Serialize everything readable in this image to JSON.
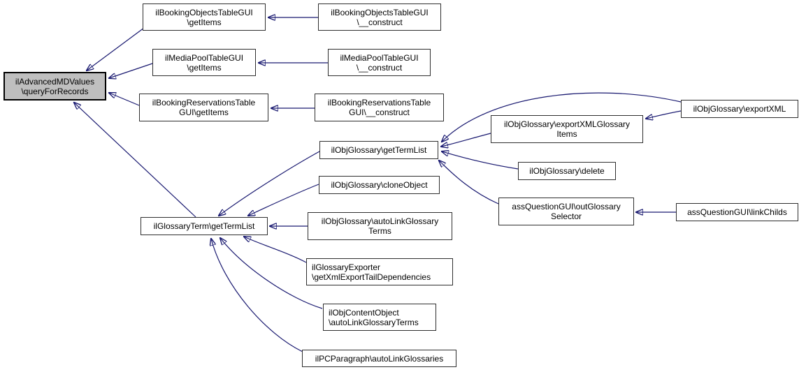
{
  "diagram": {
    "type": "call-graph",
    "description": "caller graph; arrows point from caller to callee",
    "colors": {
      "edge": "#191970",
      "node_border": "#2e2e2e",
      "node_fill": "#ffffff",
      "highlight_fill": "#bfbfbf",
      "text": "#000000",
      "background": "#ffffff"
    },
    "nodes": {
      "advancedMDValues_queryForRecords": {
        "label": "ilAdvancedMDValues\n\\queryForRecords",
        "highlighted": true
      },
      "bookingObjectsTableGUI_getItems": {
        "label": "ilBookingObjectsTableGUI\n\\getItems",
        "highlighted": false
      },
      "bookingObjectsTableGUI_construct": {
        "label": "ilBookingObjectsTableGUI\n\\__construct",
        "highlighted": false
      },
      "mediaPoolTableGUI_getItems": {
        "label": "ilMediaPoolTableGUI\n\\getItems",
        "highlighted": false
      },
      "mediaPoolTableGUI_construct": {
        "label": "ilMediaPoolTableGUI\n\\__construct",
        "highlighted": false
      },
      "bookingReservationsTableGUI_getItems": {
        "label": "ilBookingReservationsTable\nGUI\\getItems",
        "highlighted": false
      },
      "bookingReservationsTableGUI_construct": {
        "label": "ilBookingReservationsTable\nGUI\\__construct",
        "highlighted": false
      },
      "objGlossary_getTermList": {
        "label": "ilObjGlossary\\getTermList",
        "highlighted": false
      },
      "objGlossary_exportXMLGlossaryItems": {
        "label": "ilObjGlossary\\exportXMLGlossary\nItems",
        "highlighted": false
      },
      "objGlossary_exportXML": {
        "label": "ilObjGlossary\\exportXML",
        "highlighted": false
      },
      "objGlossary_delete": {
        "label": "ilObjGlossary\\delete",
        "highlighted": false
      },
      "assQuestionGUI_outGlossarySelector": {
        "label": "assQuestionGUI\\outGlossary\nSelector",
        "highlighted": false
      },
      "assQuestionGUI_linkChilds": {
        "label": "assQuestionGUI\\linkChilds",
        "highlighted": false
      },
      "objGlossary_cloneObject": {
        "label": "ilObjGlossary\\cloneObject",
        "highlighted": false
      },
      "glossaryTerm_getTermList": {
        "label": "ilGlossaryTerm\\getTermList",
        "highlighted": false
      },
      "objGlossary_autoLinkGlossaryTerms": {
        "label": "ilObjGlossary\\autoLinkGlossary\nTerms",
        "highlighted": false
      },
      "glossaryExporter_getXmlExportTailDependencies": {
        "label": "ilGlossaryExporter\n\\getXmlExportTailDependencies",
        "highlighted": false
      },
      "objContentObject_autoLinkGlossaryTerms": {
        "label": "ilObjContentObject\n\\autoLinkGlossaryTerms",
        "highlighted": false
      },
      "pcParagraph_autoLinkGlossaries": {
        "label": "ilPCParagraph\\autoLinkGlossaries",
        "highlighted": false
      }
    },
    "edges": [
      {
        "caller": "bookingObjectsTableGUI_getItems",
        "callee": "advancedMDValues_queryForRecords"
      },
      {
        "caller": "mediaPoolTableGUI_getItems",
        "callee": "advancedMDValues_queryForRecords"
      },
      {
        "caller": "bookingReservationsTableGUI_getItems",
        "callee": "advancedMDValues_queryForRecords"
      },
      {
        "caller": "glossaryTerm_getTermList",
        "callee": "advancedMDValues_queryForRecords"
      },
      {
        "caller": "bookingObjectsTableGUI_construct",
        "callee": "bookingObjectsTableGUI_getItems"
      },
      {
        "caller": "mediaPoolTableGUI_construct",
        "callee": "mediaPoolTableGUI_getItems"
      },
      {
        "caller": "bookingReservationsTableGUI_construct",
        "callee": "bookingReservationsTableGUI_getItems"
      },
      {
        "caller": "objGlossary_exportXMLGlossaryItems",
        "callee": "objGlossary_getTermList"
      },
      {
        "caller": "objGlossary_exportXML",
        "callee": "objGlossary_getTermList"
      },
      {
        "caller": "objGlossary_exportXML",
        "callee": "objGlossary_exportXMLGlossaryItems"
      },
      {
        "caller": "objGlossary_delete",
        "callee": "objGlossary_getTermList"
      },
      {
        "caller": "assQuestionGUI_outGlossarySelector",
        "callee": "objGlossary_getTermList"
      },
      {
        "caller": "assQuestionGUI_linkChilds",
        "callee": "assQuestionGUI_outGlossarySelector"
      },
      {
        "caller": "objGlossary_getTermList",
        "callee": "glossaryTerm_getTermList"
      },
      {
        "caller": "objGlossary_cloneObject",
        "callee": "glossaryTerm_getTermList"
      },
      {
        "caller": "objGlossary_autoLinkGlossaryTerms",
        "callee": "glossaryTerm_getTermList"
      },
      {
        "caller": "glossaryExporter_getXmlExportTailDependencies",
        "callee": "glossaryTerm_getTermList"
      },
      {
        "caller": "objContentObject_autoLinkGlossaryTerms",
        "callee": "glossaryTerm_getTermList"
      },
      {
        "caller": "pcParagraph_autoLinkGlossaries",
        "callee": "glossaryTerm_getTermList"
      }
    ]
  }
}
